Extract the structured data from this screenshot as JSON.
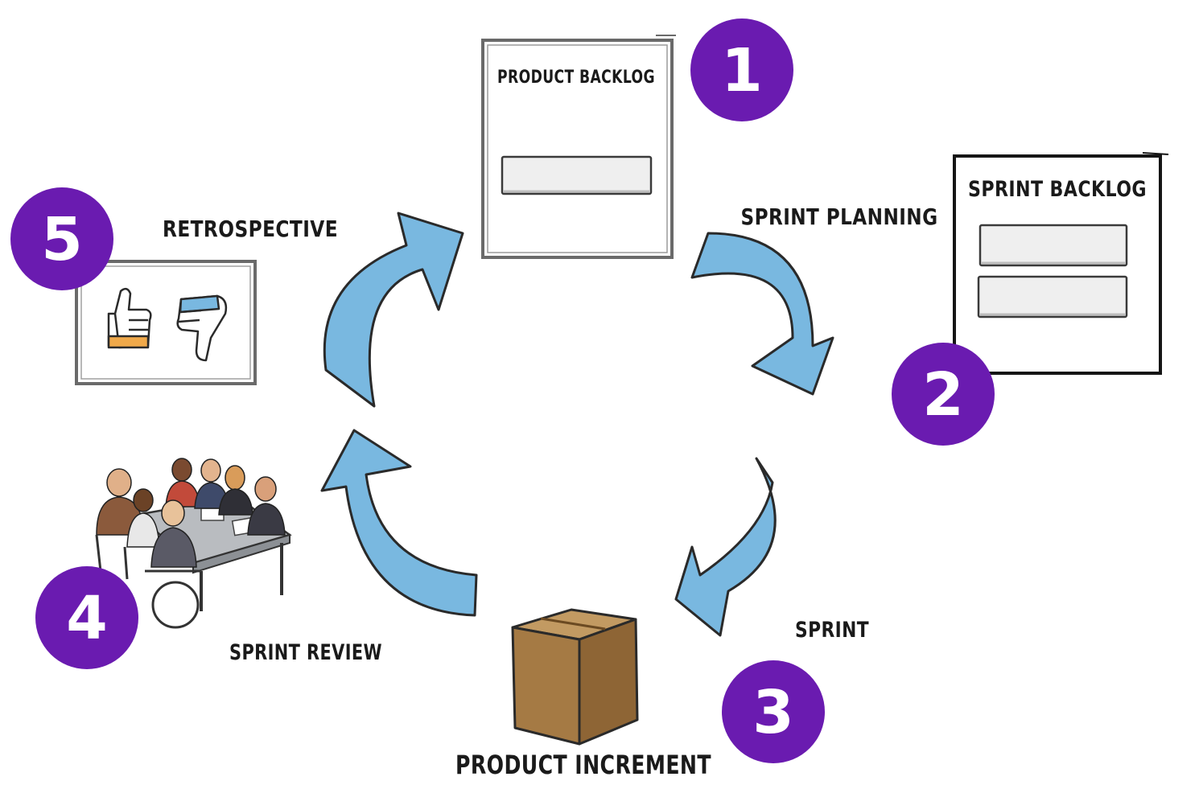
{
  "colors": {
    "badge": "#6a1bb0",
    "arrow_fill": "#79b8e0",
    "arrow_stroke": "#2a2a2a",
    "box_cardboard": "#a57a44",
    "card_bar": "#efefef",
    "ink": "#1a1a1a"
  },
  "labels": {
    "product_backlog": "PRODUCT BACKLOG",
    "sprint_planning": "SPRINT PLANNING",
    "sprint_backlog": "SPRINT BACKLOG",
    "sprint": "SPRINT",
    "product_increment": "PRODUCT INCREMENT",
    "sprint_review": "SPRINT REVIEW",
    "retrospective": "RETROSPECTIVE"
  },
  "badges": {
    "one": "1",
    "two": "2",
    "three": "3",
    "four": "4",
    "five": "5"
  },
  "icons": {
    "retro_left": "thumbs-up-icon",
    "retro_right": "thumbs-down-icon",
    "review": "meeting-table-icon",
    "increment": "cardboard-box-icon"
  }
}
